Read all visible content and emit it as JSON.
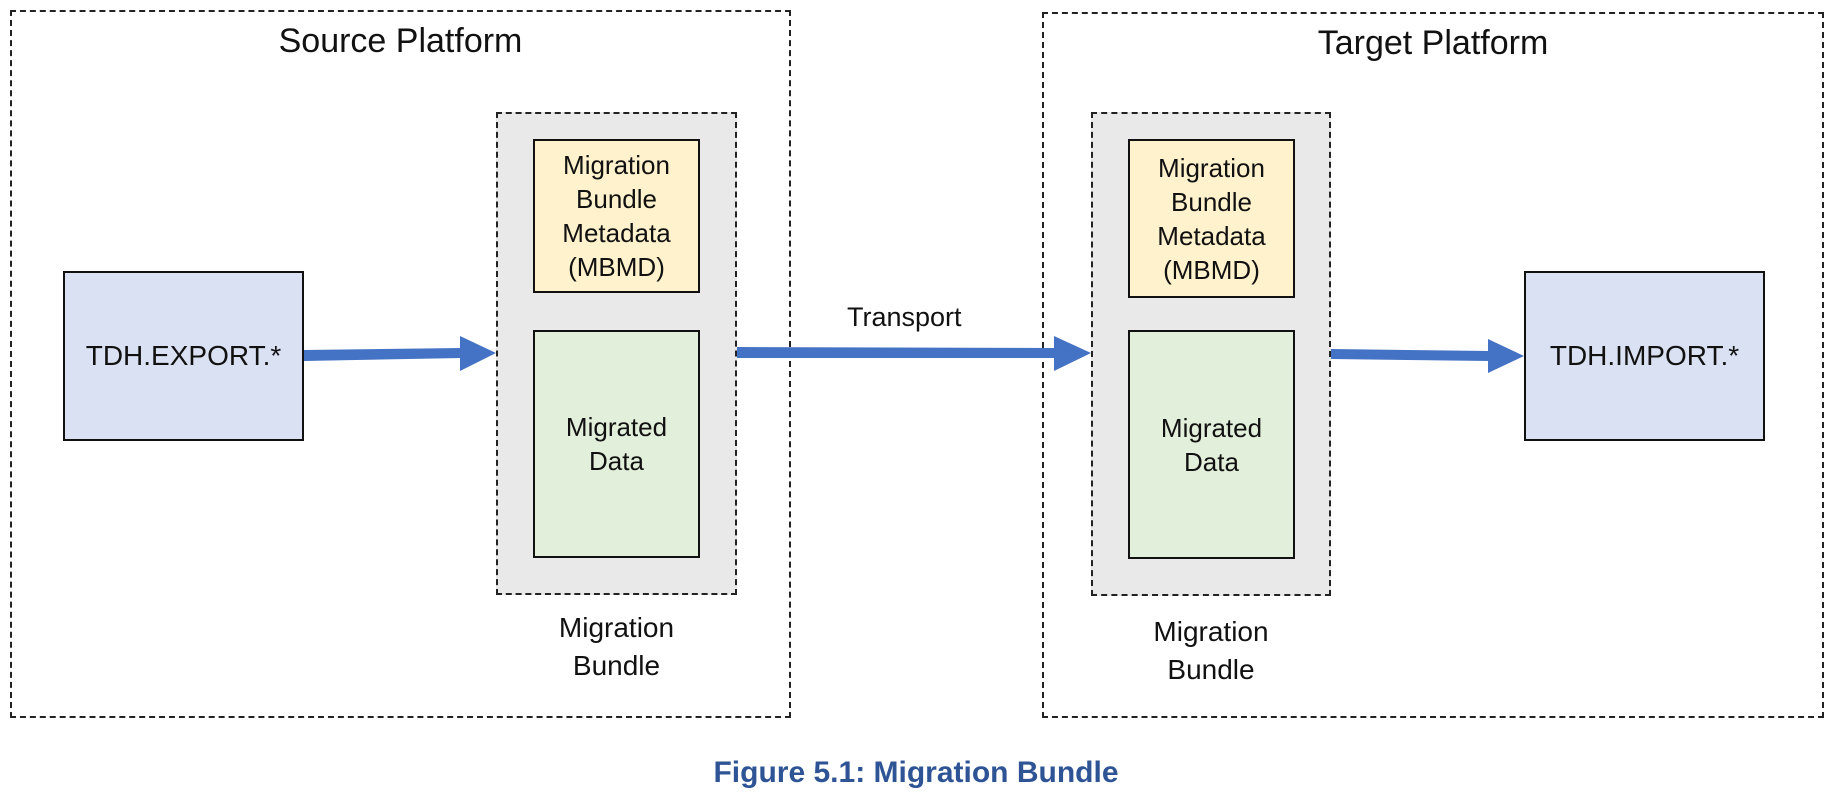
{
  "source_platform": {
    "title": "Source Platform",
    "export_box": "TDH.EXPORT.*",
    "bundle": {
      "metadata_lines": [
        "Migration",
        "Bundle",
        "Metadata",
        "(MBMD)"
      ],
      "data_lines": [
        "Migrated",
        "Data"
      ],
      "label_lines": [
        "Migration",
        "Bundle"
      ]
    }
  },
  "transport": {
    "label": "Transport"
  },
  "target_platform": {
    "title": "Target Platform",
    "import_box": "TDH.IMPORT.*",
    "bundle": {
      "metadata_lines": [
        "Migration",
        "Bundle",
        "Metadata",
        "(MBMD)"
      ],
      "data_lines": [
        "Migrated",
        "Data"
      ],
      "label_lines": [
        "Migration",
        "Bundle"
      ]
    }
  },
  "caption": "Figure 5.1:  Migration Bundle",
  "colors": {
    "arrow": "#4472c4",
    "metadata_fill": "#fff2cc",
    "data_fill": "#e2efda",
    "tdh_fill": "#d9e1f2",
    "bundle_fill": "#e9e9e9",
    "caption": "#2f5496"
  }
}
